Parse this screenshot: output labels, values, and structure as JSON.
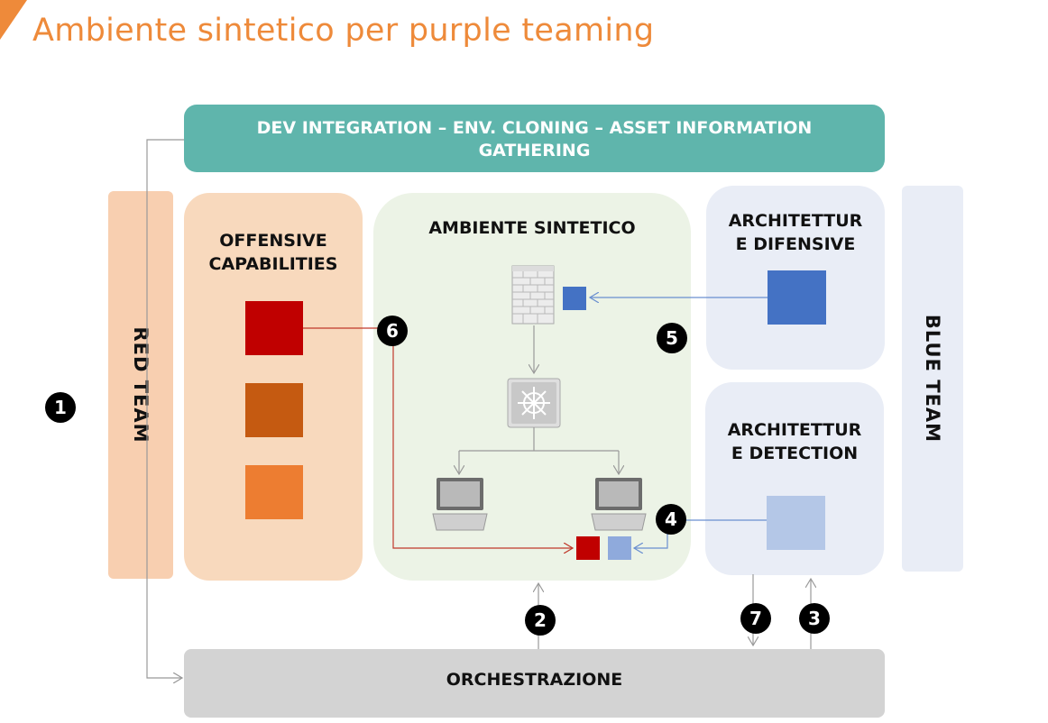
{
  "title": "Ambiente sintetico per purple teaming",
  "top_bar": {
    "line1": "DEV INTEGRATION – ENV. CLONING – ASSET INFORMATION",
    "line2": "GATHERING"
  },
  "red_team_label": "RED TEAM",
  "blue_team_label": "BLUE TEAM",
  "offensive": {
    "line1": "OFFENSIVE",
    "line2": "CAPABILITIES",
    "swatches": [
      "#c00000",
      "#c55a11",
      "#ed7d31"
    ]
  },
  "synthetic": {
    "title": "AMBIENTE SINTETICO"
  },
  "arch_defensive": {
    "line1": "ARCHITETTUR",
    "line2": "E DIFENSIVE",
    "swatch": "#4472c4"
  },
  "arch_detection": {
    "line1": "ARCHITETTUR",
    "line2": "E DETECTION",
    "swatch": "#b4c7e7"
  },
  "orchestration_label": "ORCHESTRAZIONE",
  "steps": [
    "1",
    "2",
    "3",
    "4",
    "5",
    "6",
    "7"
  ],
  "colors": {
    "title": "#ee8a3a",
    "top_bar": "#5fb5ac",
    "red_team": "#f8cfb0",
    "offensive_bg": "#f8d9bd",
    "synthetic_bg": "#ecf3e6",
    "blue_bg": "#e9edf6",
    "orchestration": "#d3d3d3",
    "red_arrow": "#c0392b",
    "blue_arrow": "#6a8fd0",
    "gray_arrow": "#999999"
  }
}
